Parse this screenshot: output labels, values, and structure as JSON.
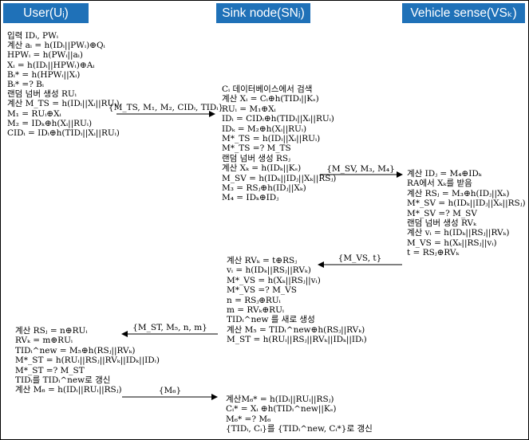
{
  "headers": {
    "user": "User(Uᵢ)",
    "sink": "Sink node(SNⱼ)",
    "vehicle": "Vehicle sense(VSₖ)"
  },
  "user_block1": [
    "입력 IDᵢ, PWᵢ",
    "계산 aᵢ = h(IDᵢ||PWᵢ)⊕Qᵢ",
    "HPWᵢ = h(PWᵢ||aᵢ)",
    "Xᵢ = h(IDᵢ||HPWᵢ)⊕Aᵢ",
    "Bᵢ* = h(HPWᵢ||Xᵢ)",
    "Bᵢ* =? Bᵢ",
    "랜덤 넘버 생성 RUᵢ",
    "계산 M_TS = h(IDᵢ||Xᵢ||RUᵢ)",
    "M₁ = RUᵢ⊕Xᵢ",
    "M₂ = IDₖ⊕h(Xᵢ||RUᵢ)",
    "CIDᵢ = IDᵢ⊕h(TIDᵢ||Xᵢ||RUᵢ)"
  ],
  "sink_block1": [
    "Cᵢ 데이터베이스에서 검색",
    "계산 Xᵢ = Cᵢ⊕h(TIDᵢ||Kₛ)",
    "RUᵢ = M₁⊕Xᵢ",
    "IDᵢ = CIDᵢ⊕h(TIDᵢ||Xᵢ||RUᵢ)",
    "IDₖ = M₂⊕h(Xᵢ||RUᵢ)",
    "M*_TS = h(IDᵢ||Xᵢ||RUᵢ)",
    "M*_TS =? M_TS",
    "랜덤 넘버 생성 RSⱼ",
    "계산 Xₖ = h(IDₖ||Kₛ)",
    "M_SV = h(IDₖ||IDⱼ||Xₖ||RSⱼ)",
    "M₃ = RSⱼ⊕h(IDⱼ||Xₖ)",
    "M₄ = IDₖ⊕IDⱼ"
  ],
  "vehicle_block": [
    "계산 IDⱼ = M₄⊕IDₖ",
    "RA에서 Xₖ를 받음",
    "계산 RSⱼ = M₃⊕h(IDⱼ||Xₖ)",
    "M*_SV = h(IDₖ||IDⱼ||Xₖ||RSⱼ)",
    "M*_SV =? M_SV",
    "랜덤 넘버 생성 RVₖ",
    "계산 vᵢ = h(IDₖ||RSⱼ||RVₖ)",
    "M_VS = h(Xₖ||RSⱼ||vᵢ)",
    "t = RSⱼ⊕RVₖ"
  ],
  "sink_block2": [
    "계산 RVₖ = t⊕RSⱼ",
    "vᵢ = h(IDₖ||RSⱼ||RVₖ)",
    "M*_VS = h(Xₖ||RSⱼ||vᵢ)",
    "M*_VS =? M_VS",
    "n = RSⱼ⊕RUᵢ",
    "m = RVₖ⊕RUᵢ",
    "TIDᵢ^new 를 새로 생성",
    "계산 M₅ = TIDᵢ^new⊕h(RSⱼ||RVₖ)",
    "M_ST = h(RUᵢ||RSⱼ||RVₖ||IDₖ||IDᵢ)"
  ],
  "user_block2": [
    "계산 RSⱼ = n⊕RUᵢ",
    "RVₖ = m⊕RUᵢ",
    "TIDᵢ^new = M₅⊕h(RSⱼ||RVₖ)",
    "M*_ST = h(RUᵢ||RSⱼ||RVₖ||IDₖ||IDᵢ)",
    "M*_ST =? M_ST",
    "TIDᵢ를 TIDᵢ^new로 갱신",
    "계산 M₆ = h(IDᵢ||RUᵢ||RSⱼ)"
  ],
  "sink_block3": [
    "계산M₆* = h(IDᵢ||RUᵢ||RSⱼ)",
    "Cᵢ* = Xᵢ ⊕h(TIDᵢ^new||Kₛ)",
    "M₆* =? M₆",
    "{TIDᵢ, Cᵢ}를 {TIDᵢ^new, Cᵢ*}로 갱신"
  ],
  "messages": {
    "m1": "{M_TS, M₁, M₂, CIDᵢ, TIDᵢ}",
    "m2": "{M_SV, M₃, M₄}",
    "m3": "{M_VS, t}",
    "m4": "{M_ST, M₅, n, m}",
    "m5": "{M₆}"
  },
  "colors": {
    "header_bg": "#1f71b8",
    "header_text": "#ffffff"
  }
}
